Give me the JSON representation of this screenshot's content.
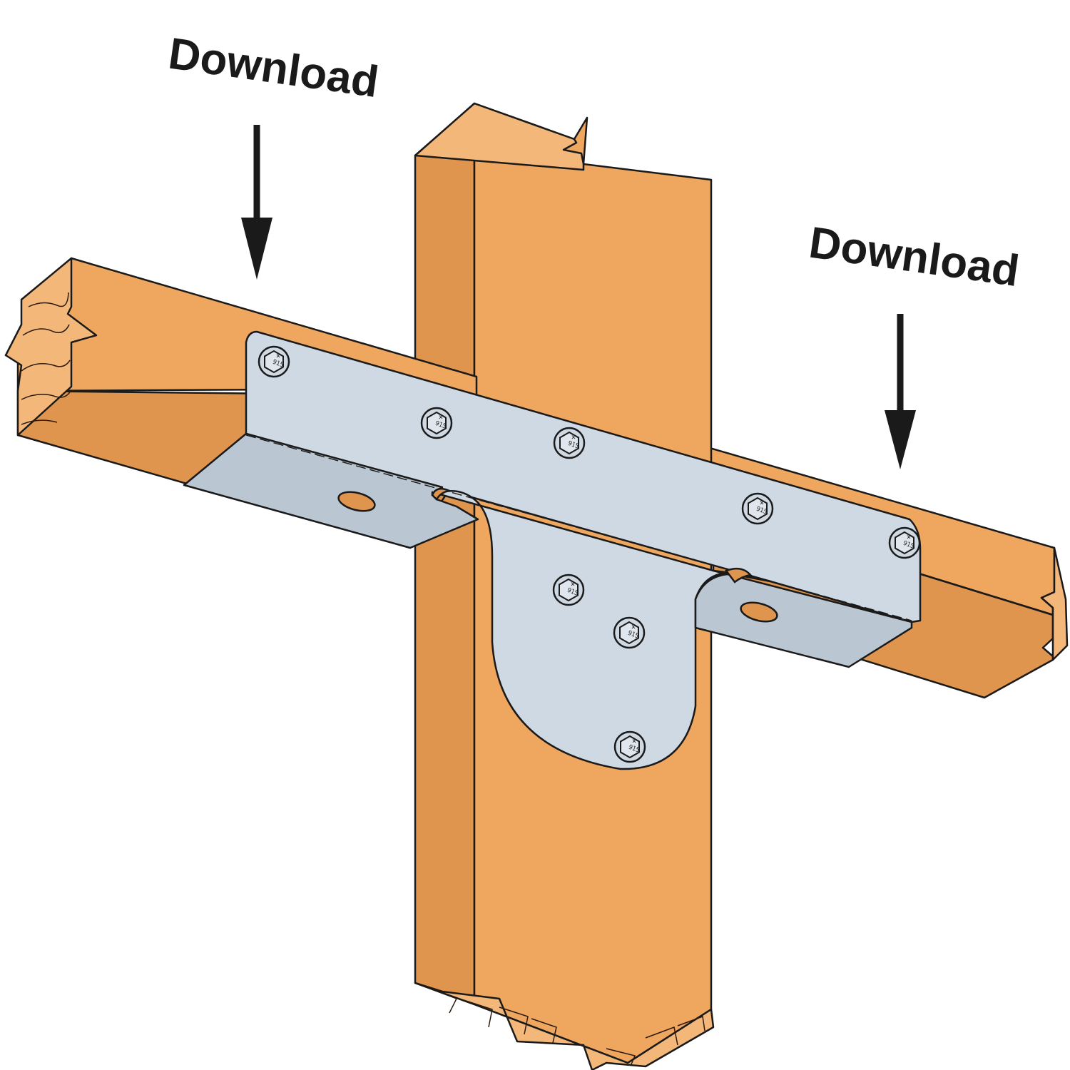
{
  "labels": {
    "left_load": "Download",
    "right_load": "Download"
  },
  "screen_marking": "915",
  "screen_mark_symbol": "✕",
  "colors": {
    "wood": "#efa65f",
    "wood_dark": "#e0954e",
    "wood_end": "#f3b77a",
    "grain": "#2a1a0e",
    "plate": "#cfd9e3",
    "plate_shadow": "#bac6d1",
    "outline": "#1a1a1a"
  }
}
